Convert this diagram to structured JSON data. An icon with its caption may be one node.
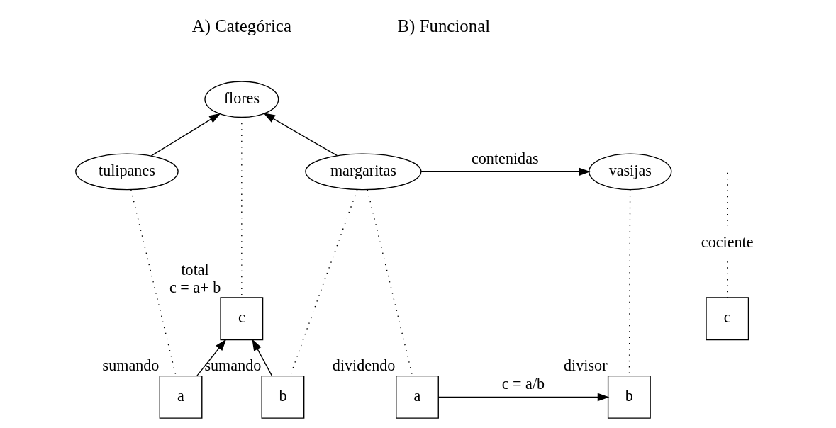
{
  "diagram": {
    "nodes": [
      {
        "text": [
          "flores"
        ]
      },
      {
        "text": [
          "tulipanes"
        ]
      },
      {
        "text": [
          "margaritas"
        ]
      },
      {
        "text": [
          "vasijas"
        ]
      },
      {
        "text": [
          "c"
        ],
        "beside": [
          "total",
          "c = a+ b"
        ]
      },
      {
        "text": [
          "a"
        ],
        "beside": [
          "sumando"
        ]
      },
      {
        "text": [
          "b"
        ],
        "beside": [
          "sumando"
        ]
      },
      {
        "text": [
          "c"
        ]
      },
      {
        "text": [
          "a"
        ],
        "beside": [
          "dividendo"
        ]
      },
      {
        "text": [
          "b"
        ],
        "beside": [
          "divisor"
        ]
      },
      {
        "text": [
          "cociente"
        ]
      }
    ],
    "edges": [
      {
        "from": 1,
        "to": 0,
        "arrow": "to"
      },
      {
        "from": 2,
        "to": 0,
        "arrow": "to"
      },
      {
        "from": 2,
        "to": 3,
        "arrow": "to",
        "label": "contenidas"
      },
      {
        "from": 0,
        "to": 4,
        "arrow": "none",
        "style": "dashed"
      },
      {
        "from": 1,
        "to": 5,
        "arrow": "none",
        "style": "dashed"
      },
      {
        "from": 2,
        "to": 6,
        "arrow": "none",
        "style": "dashed"
      },
      {
        "from": 5,
        "to": 4,
        "arrow": "to"
      },
      {
        "from": 6,
        "to": 4,
        "arrow": "to"
      },
      {
        "from": 2,
        "to": 8,
        "arrow": "none",
        "style": "dashed"
      },
      {
        "from": 3,
        "to": 9,
        "arrow": "none",
        "style": "dashed"
      },
      {
        "from": null,
        "to": 10,
        "arrow": "none",
        "style": "dashed"
      },
      {
        "from": 10,
        "to": 7,
        "arrow": "none",
        "style": "dashed"
      },
      {
        "from": 8,
        "to": 9,
        "arrow": "to",
        "label": "c = a/b"
      }
    ],
    "labels": [
      "A) Categórica",
      "B) Funcional"
    ]
  }
}
